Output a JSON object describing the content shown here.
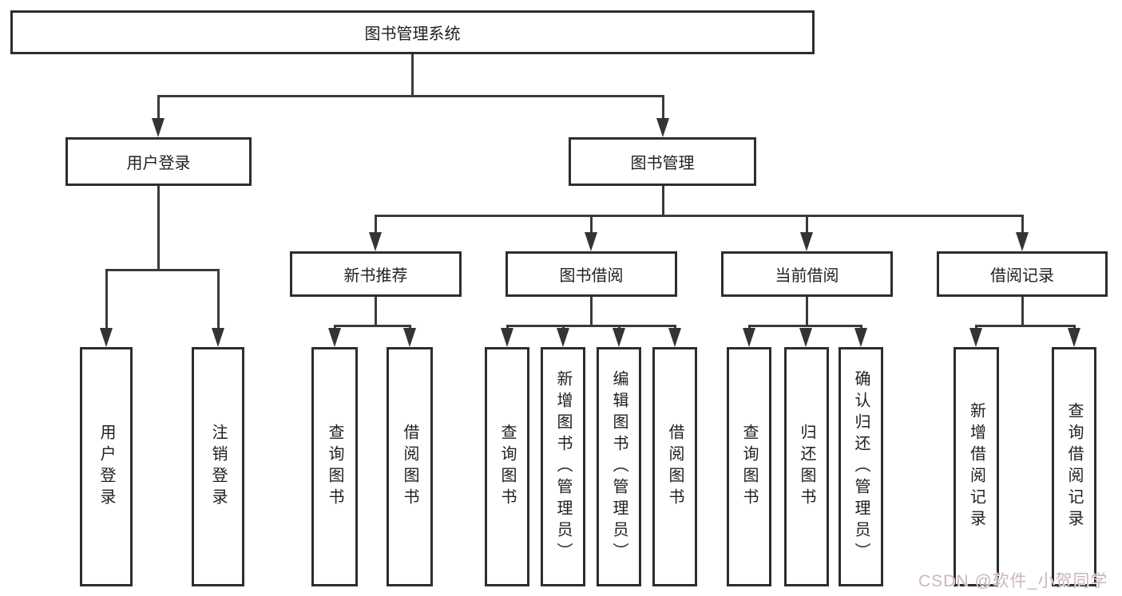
{
  "diagram_type": "hierarchy-tree",
  "colors": {
    "background": "#ffffff",
    "box_border": "#2d2d2d",
    "connector_line": "#3a3a3a",
    "text": "#1f1f1f",
    "watermark": "#ccb6b6"
  },
  "tree": {
    "root": {
      "label": "图书管理系统",
      "children": [
        {
          "label": "用户登录",
          "children": [
            {
              "label": "用户登录"
            },
            {
              "label": "注销登录"
            }
          ]
        },
        {
          "label": "图书管理",
          "children": [
            {
              "label": "新书推荐",
              "children": [
                {
                  "label": "查询图书"
                },
                {
                  "label": "借阅图书"
                }
              ]
            },
            {
              "label": "图书借阅",
              "children": [
                {
                  "label": "查询图书"
                },
                {
                  "label": "新增图书（管理员）"
                },
                {
                  "label": "编辑图书（管理员）"
                },
                {
                  "label": "借阅图书"
                }
              ]
            },
            {
              "label": "当前借阅",
              "children": [
                {
                  "label": "查询图书"
                },
                {
                  "label": "归还图书"
                },
                {
                  "label": "确认归还（管理员）"
                }
              ]
            },
            {
              "label": "借阅记录",
              "children": [
                {
                  "label": "新增借阅记录"
                },
                {
                  "label": "查询借阅记录"
                }
              ]
            }
          ]
        }
      ]
    }
  },
  "watermark": {
    "text": "CSDN @软件_小贺同学"
  }
}
